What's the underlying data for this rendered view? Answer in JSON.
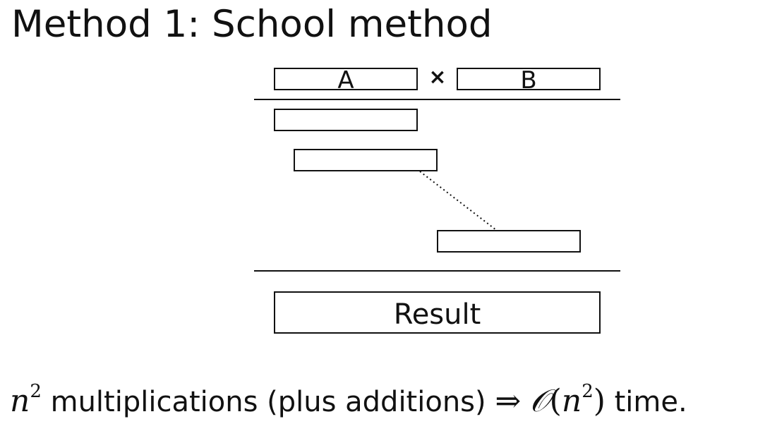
{
  "title": "Method 1: School method",
  "diagram": {
    "operand_a": "A",
    "times_symbol": "×",
    "operand_b": "B",
    "result": "Result"
  },
  "footer": {
    "n": "n",
    "exp1": "2",
    "text": " multiplications (plus additions) ",
    "implies": "⇒",
    "bigO": "𝒪",
    "open_paren": "(",
    "n2": "n",
    "exp2": "2",
    "close_paren": ")",
    "tail": " time."
  }
}
